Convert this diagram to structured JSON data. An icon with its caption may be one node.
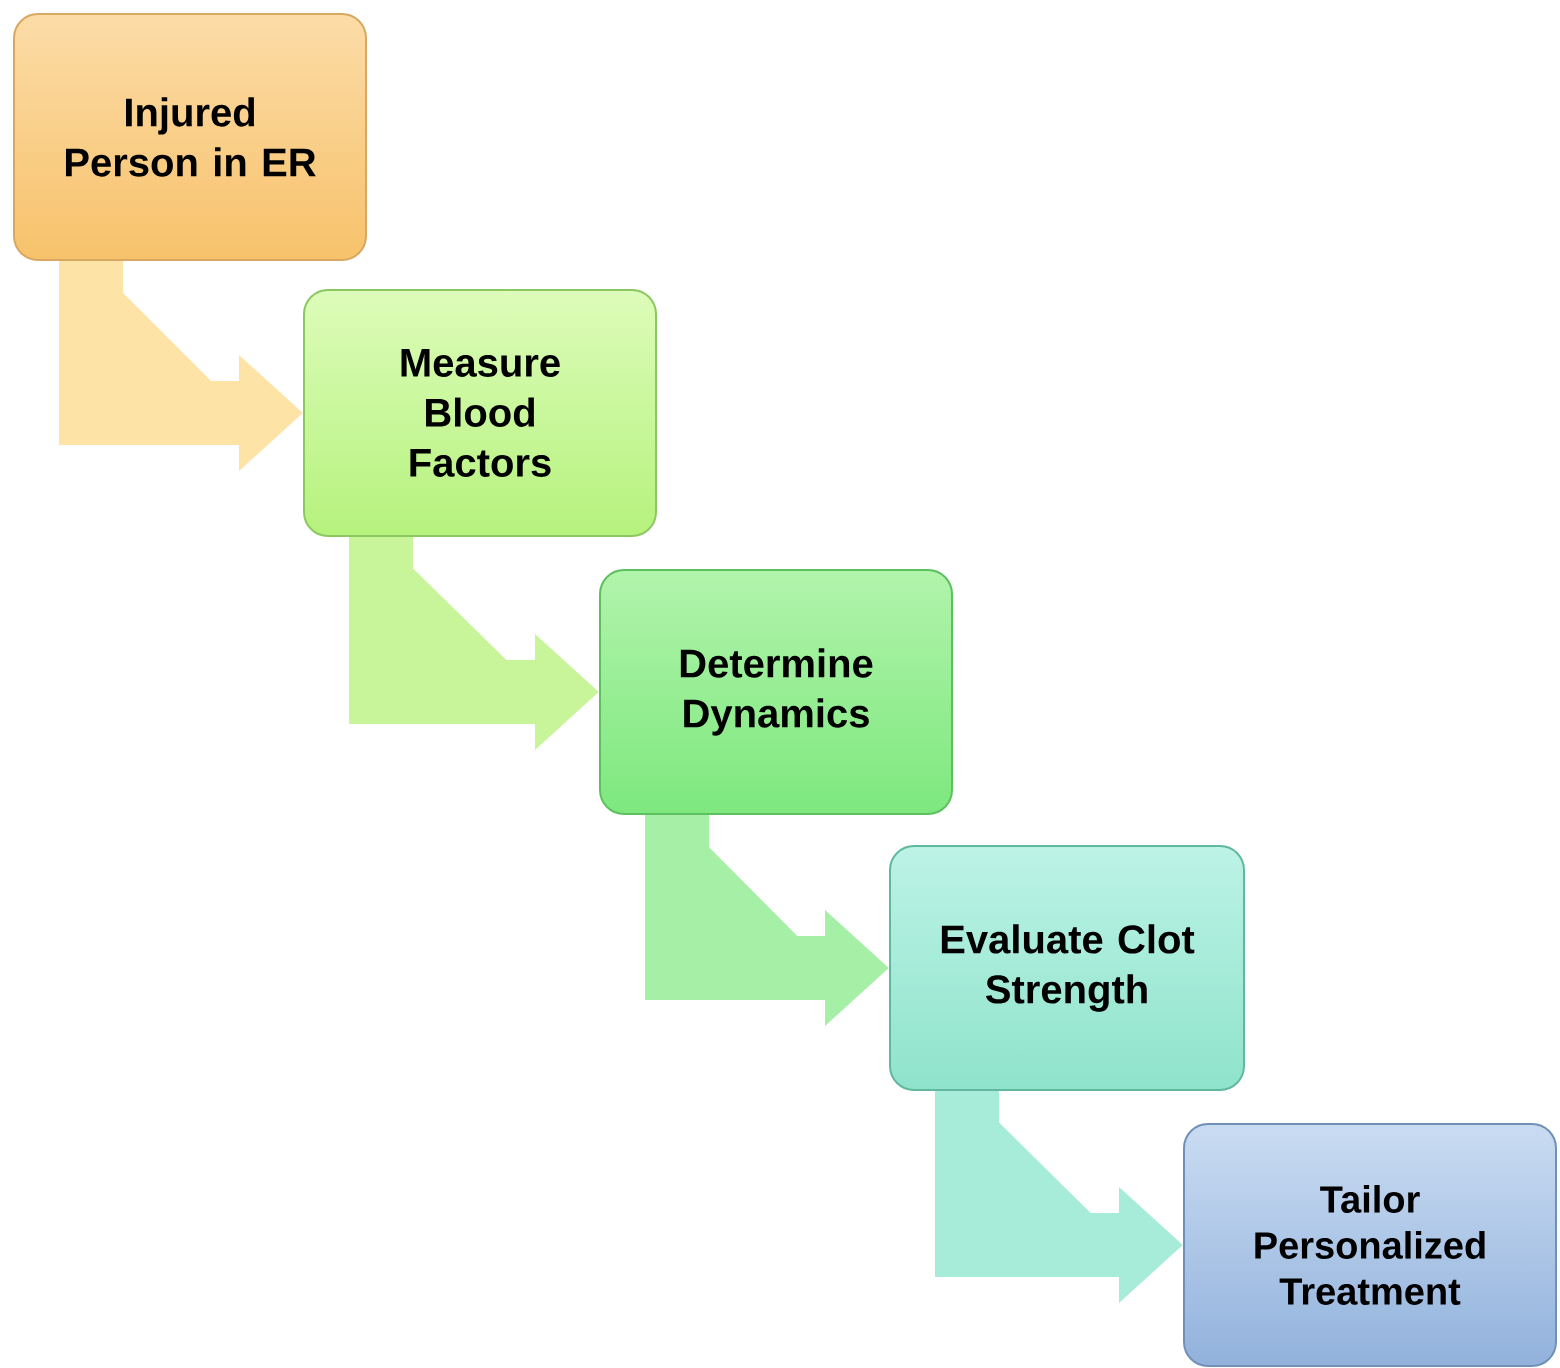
{
  "diagram": {
    "nodes": [
      {
        "text": [
          "Injured Person in ER"
        ]
      },
      {
        "text": [
          "Measure Blood Factors"
        ]
      },
      {
        "text": [
          "Determine Dynamics"
        ]
      },
      {
        "text": [
          "Evaluate Clot Strength"
        ]
      },
      {
        "text": [
          "Tailor Personalized Treatment"
        ]
      }
    ],
    "edges": [
      {
        "from": 0,
        "to": 1,
        "arrow": "to",
        "color": "#fde3a6"
      },
      {
        "from": 1,
        "to": 2,
        "arrow": "to",
        "color": "#c9f59a"
      },
      {
        "from": 2,
        "to": 3,
        "arrow": "to",
        "color": "#a6efa6"
      },
      {
        "from": 3,
        "to": 4,
        "arrow": "to",
        "color": "#a6ecd8"
      }
    ]
  }
}
